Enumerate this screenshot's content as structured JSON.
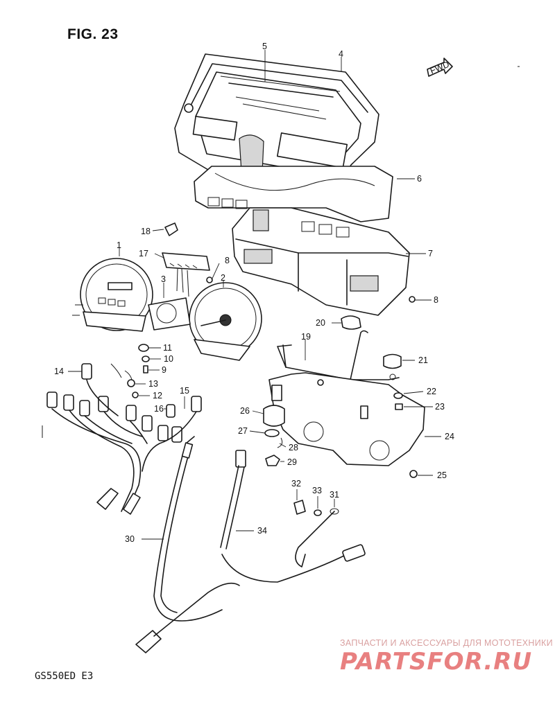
{
  "figure": {
    "title": "FIG. 23",
    "model": "GS550ED  E3",
    "fwd_label": "FWD"
  },
  "parts": [
    {
      "label": "1"
    },
    {
      "label": "2"
    },
    {
      "label": "3"
    },
    {
      "label": "4"
    },
    {
      "label": "5"
    },
    {
      "label": "6"
    },
    {
      "label": "7"
    },
    {
      "label": "8"
    },
    {
      "label": "8"
    },
    {
      "label": "9"
    },
    {
      "label": "10"
    },
    {
      "label": "11"
    },
    {
      "label": "12"
    },
    {
      "label": "13"
    },
    {
      "label": "14"
    },
    {
      "label": "15"
    },
    {
      "label": "16"
    },
    {
      "label": "17"
    },
    {
      "label": "18"
    },
    {
      "label": "19"
    },
    {
      "label": "20"
    },
    {
      "label": "21"
    },
    {
      "label": "22"
    },
    {
      "label": "23"
    },
    {
      "label": "24"
    },
    {
      "label": "25"
    },
    {
      "label": "26"
    },
    {
      "label": "27"
    },
    {
      "label": "28"
    },
    {
      "label": "29"
    },
    {
      "label": "30"
    },
    {
      "label": "31"
    },
    {
      "label": "32"
    },
    {
      "label": "33"
    },
    {
      "label": "34"
    }
  ],
  "watermark": {
    "line1": "ЗАПЧАСТИ И АКСЕССУАРЫ ДЛЯ МОТОТЕХНИКИ",
    "line2": "PARTSFOR.RU"
  },
  "colors": {
    "ink": "#1a1a1a",
    "watermark": "#e56b6b"
  }
}
